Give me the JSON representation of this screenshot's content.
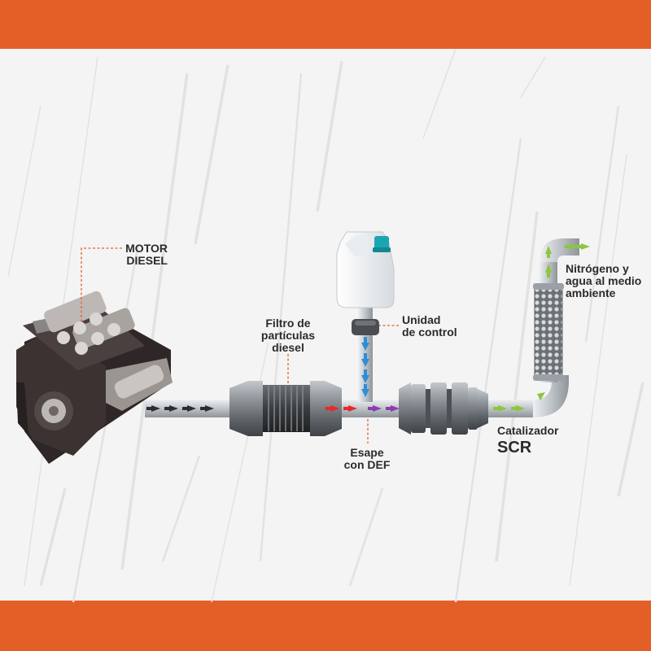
{
  "colors": {
    "band": "#e45f28",
    "background": "#f4f4f4",
    "leader": "#e45f28",
    "arrow_exhaust": "#2d2d2d",
    "arrow_hot": "#e8282e",
    "arrow_def": "#2c8fd8",
    "arrow_mix": "#8a3cb3",
    "arrow_clean": "#8cc63f",
    "engine": "#3c3232",
    "pipe": "#c9cdd1",
    "tank_cap": "#1aa6b0"
  },
  "icons": [
    "diesel-engine-icon",
    "particulate-filter-icon",
    "def-tank-icon",
    "control-unit-icon",
    "scr-catalyst-icon",
    "muffler-icon"
  ],
  "labels": {
    "motor": "MOTOR\nDIESEL",
    "filtro": "Filtro de\npartículas\ndiesel",
    "unidad": "Unidad\nde control",
    "escape": "Esape\ncon DEF",
    "catalizador": "Catalizador",
    "scr": "SCR",
    "salida": "Nitrógeno y\nagua al medio\nambiente"
  }
}
